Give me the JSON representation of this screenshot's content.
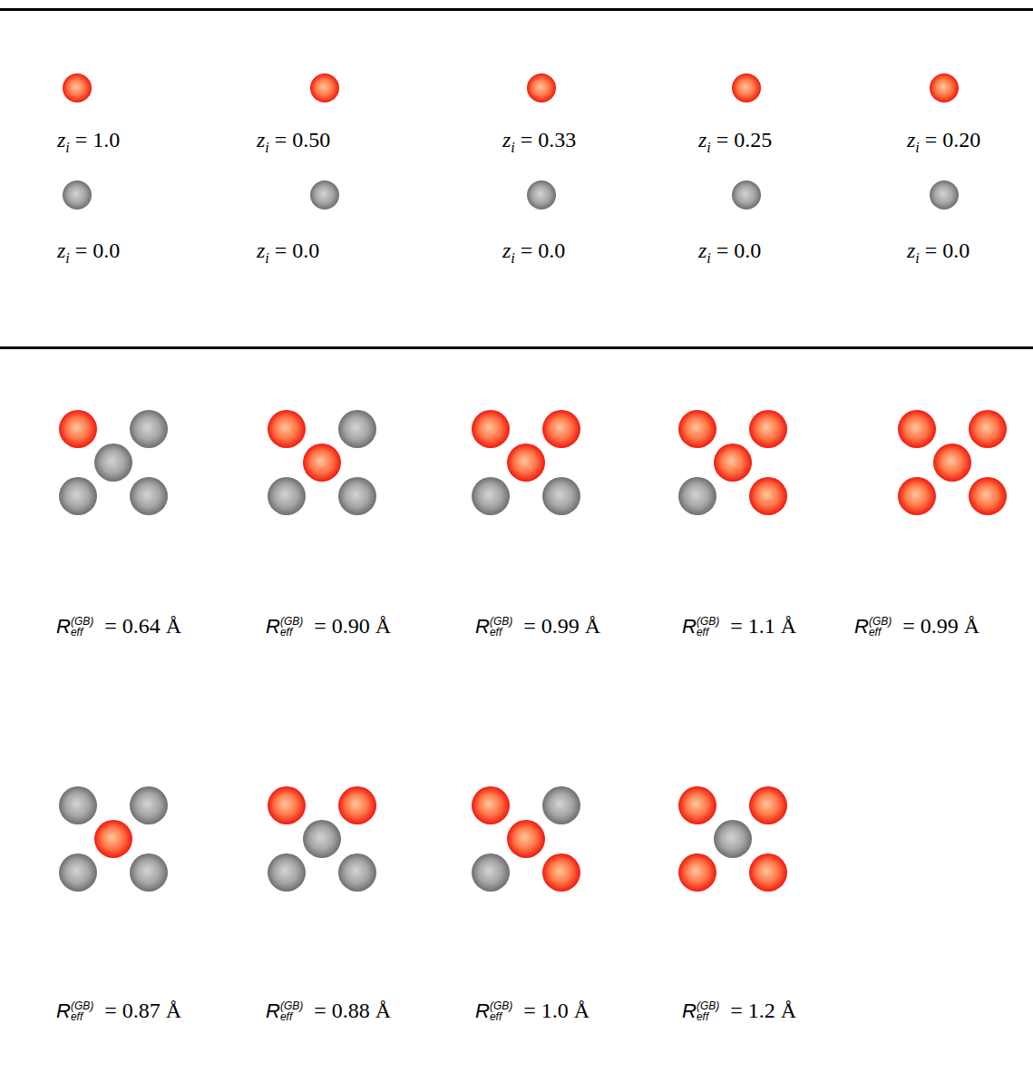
{
  "diagram": {
    "labels": [
      "zi = 1.0",
      "zi = 0.50",
      "zi = 0.33",
      "zi = 0.25",
      "zi = 0.20",
      "zi = 0.0",
      "zi = 0.0",
      "zi = 0.0",
      "zi = 0.0",
      "zi = 0.0",
      "R(GB)eff = 0.64 Å",
      "R(GB)eff = 0.90 Å",
      "R(GB)eff = 0.99 Å",
      "R(GB)eff = 1.1 Å",
      "R(GB)eff = 0.99 Å",
      "R(GB)eff = 0.87 Å",
      "R(GB)eff = 0.88 Å",
      "R(GB)eff = 1.0 Å",
      "R(GB)eff = 1.2 Å"
    ]
  }
}
